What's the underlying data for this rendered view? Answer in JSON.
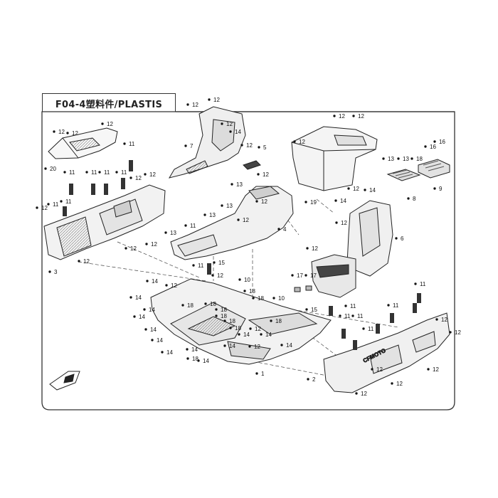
{
  "title": "F04-4塑料件/PLASTIS",
  "brand_text": "CFMOTO",
  "callouts": [
    {
      "id": "c1",
      "text": "12"
    },
    {
      "id": "c2",
      "text": "12"
    },
    {
      "id": "c3",
      "text": "12"
    },
    {
      "id": "c4",
      "text": "14"
    },
    {
      "id": "c5",
      "text": "7"
    },
    {
      "id": "c6",
      "text": "5"
    },
    {
      "id": "c7",
      "text": "12"
    },
    {
      "id": "c8",
      "text": "12"
    },
    {
      "id": "c9",
      "text": "12"
    },
    {
      "id": "c10",
      "text": "12"
    },
    {
      "id": "c11",
      "text": "19"
    },
    {
      "id": "c12",
      "text": "13"
    },
    {
      "id": "c13",
      "text": "13"
    },
    {
      "id": "c14",
      "text": "18"
    },
    {
      "id": "c15",
      "text": "16"
    },
    {
      "id": "c16",
      "text": "16"
    },
    {
      "id": "c17",
      "text": "8"
    },
    {
      "id": "c18",
      "text": "9"
    },
    {
      "id": "c19",
      "text": "12"
    },
    {
      "id": "c20",
      "text": "12"
    },
    {
      "id": "c21",
      "text": "12"
    },
    {
      "id": "c22",
      "text": "20"
    },
    {
      "id": "c23",
      "text": "11"
    },
    {
      "id": "c24",
      "text": "11"
    },
    {
      "id": "c25",
      "text": "11"
    },
    {
      "id": "c26",
      "text": "11"
    },
    {
      "id": "c27",
      "text": "11"
    },
    {
      "id": "c28",
      "text": "11"
    },
    {
      "id": "c29",
      "text": "12"
    },
    {
      "id": "c30",
      "text": "12"
    },
    {
      "id": "c31",
      "text": "11"
    },
    {
      "id": "c32",
      "text": "12"
    },
    {
      "id": "c33",
      "text": "12"
    },
    {
      "id": "c34",
      "text": "3"
    },
    {
      "id": "c35",
      "text": "12"
    },
    {
      "id": "c36",
      "text": "12"
    },
    {
      "id": "c37",
      "text": "13"
    },
    {
      "id": "c38",
      "text": "11"
    },
    {
      "id": "c39",
      "text": "13"
    },
    {
      "id": "c40",
      "text": "13"
    },
    {
      "id": "c41",
      "text": "12"
    },
    {
      "id": "c42",
      "text": "13"
    },
    {
      "id": "c43",
      "text": "4"
    },
    {
      "id": "c44",
      "text": "12"
    },
    {
      "id": "c45",
      "text": "12"
    },
    {
      "id": "c46",
      "text": "12"
    },
    {
      "id": "c47",
      "text": "14"
    },
    {
      "id": "c48",
      "text": "14"
    },
    {
      "id": "c49",
      "text": "12"
    },
    {
      "id": "c50",
      "text": "12"
    },
    {
      "id": "c51",
      "text": "6"
    },
    {
      "id": "c52",
      "text": "17"
    },
    {
      "id": "c53",
      "text": "17"
    },
    {
      "id": "c54",
      "text": "11"
    },
    {
      "id": "c55",
      "text": "15"
    },
    {
      "id": "c56",
      "text": "12"
    },
    {
      "id": "c57",
      "text": "10"
    },
    {
      "id": "c58",
      "text": "18"
    },
    {
      "id": "c59",
      "text": "10"
    },
    {
      "id": "c60",
      "text": "18"
    },
    {
      "id": "c61",
      "text": "14"
    },
    {
      "id": "c62",
      "text": "12"
    },
    {
      "id": "c63",
      "text": "14"
    },
    {
      "id": "c64",
      "text": "14"
    },
    {
      "id": "c65",
      "text": "14"
    },
    {
      "id": "c66",
      "text": "14"
    },
    {
      "id": "c67",
      "text": "14"
    },
    {
      "id": "c68",
      "text": "14"
    },
    {
      "id": "c69",
      "text": "18"
    },
    {
      "id": "c70",
      "text": "18"
    },
    {
      "id": "c71",
      "text": "18"
    },
    {
      "id": "c72",
      "text": "18"
    },
    {
      "id": "c73",
      "text": "18"
    },
    {
      "id": "c74",
      "text": "18"
    },
    {
      "id": "c75",
      "text": "18"
    },
    {
      "id": "c76",
      "text": "14"
    },
    {
      "id": "c77",
      "text": "12"
    },
    {
      "id": "c78",
      "text": "14"
    },
    {
      "id": "c79",
      "text": "14"
    },
    {
      "id": "c80",
      "text": "12"
    },
    {
      "id": "c81",
      "text": "1"
    },
    {
      "id": "c82",
      "text": "15"
    },
    {
      "id": "c83",
      "text": "11"
    },
    {
      "id": "c84",
      "text": "11"
    },
    {
      "id": "c85",
      "text": "11"
    },
    {
      "id": "c86",
      "text": "11"
    },
    {
      "id": "c87",
      "text": "11"
    },
    {
      "id": "c88",
      "text": "11"
    },
    {
      "id": "c89",
      "text": "12"
    },
    {
      "id": "c90",
      "text": "12"
    },
    {
      "id": "c91",
      "text": "12"
    },
    {
      "id": "c92",
      "text": "12"
    },
    {
      "id": "c93",
      "text": "2"
    },
    {
      "id": "c94",
      "text": "12"
    },
    {
      "id": "c95",
      "text": "12"
    },
    {
      "id": "c96",
      "text": "14"
    },
    {
      "id": "c97",
      "text": "14"
    },
    {
      "id": "c98",
      "text": "18"
    },
    {
      "id": "c99",
      "text": "14"
    }
  ]
}
